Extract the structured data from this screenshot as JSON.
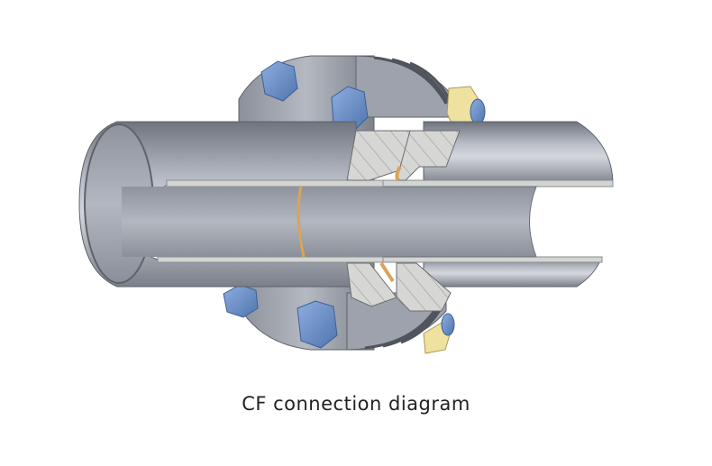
{
  "figure": {
    "caption": "CF connection diagram",
    "subject": "CF flange connection cutaway of two tubes with bolted flanges and copper gasket",
    "components": [
      "tube-left",
      "tube-right",
      "flange-left",
      "flange-right",
      "bolts",
      "nuts",
      "copper-gasket"
    ]
  },
  "colors": {
    "tube": "#a4a9b4",
    "tube_dark": "#7d828d",
    "tube_light": "#c9ccd3",
    "flange": "#9a9fa9",
    "section_hatch": "#d4d5d2",
    "bolt": "#6a90c8",
    "nut": "#efe2a0",
    "gasket": "#d9a45a"
  }
}
